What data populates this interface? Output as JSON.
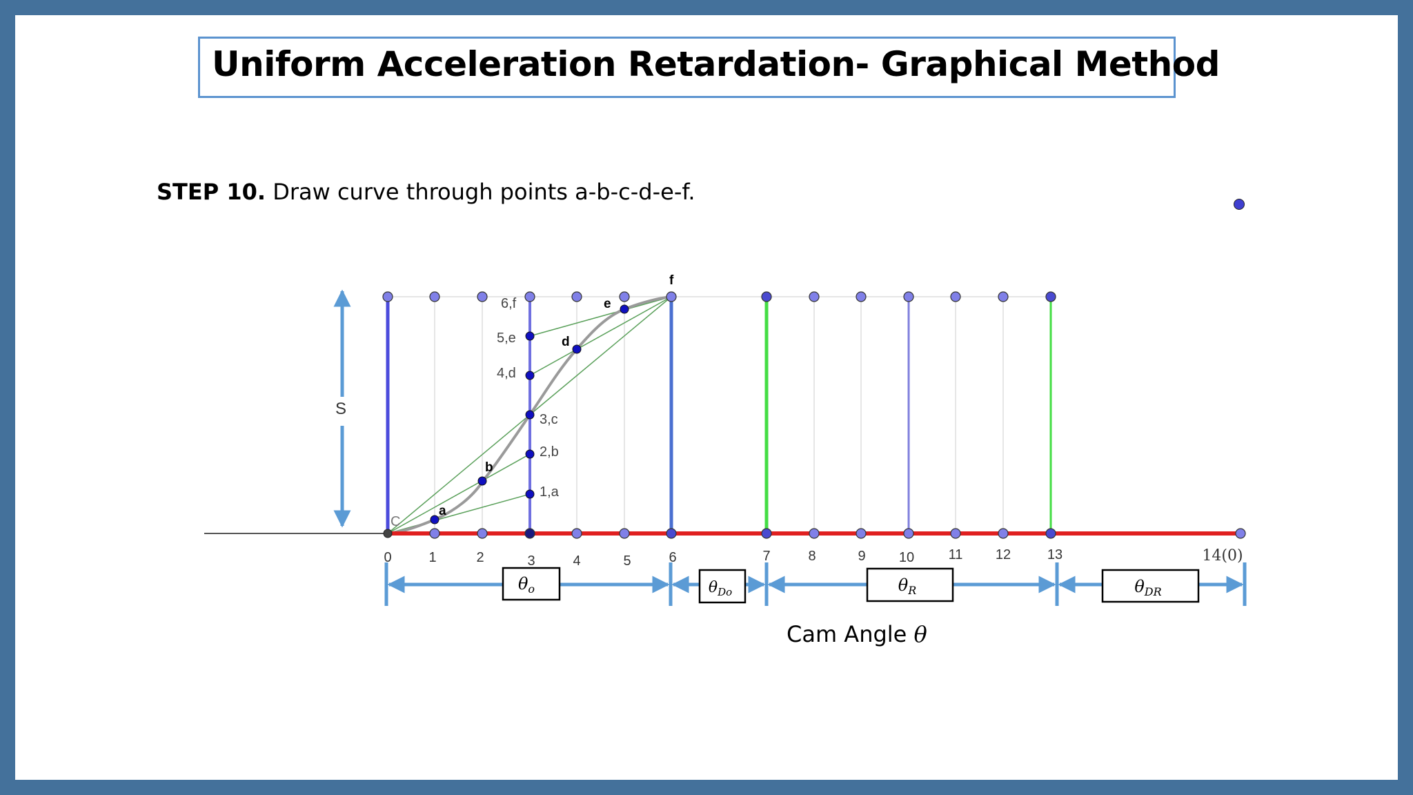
{
  "title": "Uniform Acceleration Retardation- Graphical Method",
  "step": {
    "label": "STEP 10.",
    "text": " Draw curve through points a-b-c-d-e-f."
  },
  "s_label": "S",
  "origin_label": "C",
  "x_ticks": [
    "0",
    "1",
    "2",
    "3",
    "4",
    "5",
    "6",
    "7",
    "8",
    "9",
    "10",
    "11",
    "12",
    "13",
    "14(0)"
  ],
  "division_labels": [
    "1,a",
    "2,b",
    "3,c",
    "4,d",
    "5,e",
    "6,f"
  ],
  "curve_points": [
    "a",
    "b",
    "d",
    "e",
    "f"
  ],
  "intervals": [
    {
      "name": "theta_o",
      "symbol": "θ",
      "sub": "o"
    },
    {
      "name": "theta_Do",
      "symbol": "θ",
      "sub": "Do"
    },
    {
      "name": "theta_R",
      "symbol": "θ",
      "sub": "R"
    },
    {
      "name": "theta_DR",
      "symbol": "θ",
      "sub": "DR"
    }
  ],
  "axis_caption": "Cam Angle",
  "axis_symbol": "θ",
  "colors": {
    "frame": "#44719b",
    "title_border": "#5b93cf",
    "baseline": "#e02020",
    "rise_lines": "#4b4bdc",
    "dwell_lines": "#44dd44",
    "arrows": "#5b9bd5",
    "construction": "#5aa05a",
    "curve": "#9a9a9a"
  }
}
